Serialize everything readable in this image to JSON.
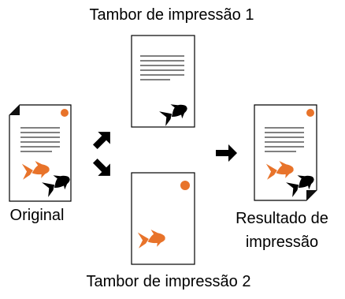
{
  "labels": {
    "drum_1_title": "Tambor de impressão 1",
    "drum_2_title": "Tambor de impressão 2",
    "original": "Original",
    "result_line_1": "Resultado de",
    "result_line_2": "impressão"
  },
  "colors": {
    "orange": "#e8732a",
    "black": "#000000",
    "fold": "#111111",
    "paper": "#ffffff"
  },
  "icons": {
    "arrow_up": "arrow-up-right-icon",
    "arrow_down": "arrow-down-right-icon",
    "arrow_right": "arrow-right-icon",
    "fish": "goldfish-icon",
    "dot": "dot-icon"
  }
}
